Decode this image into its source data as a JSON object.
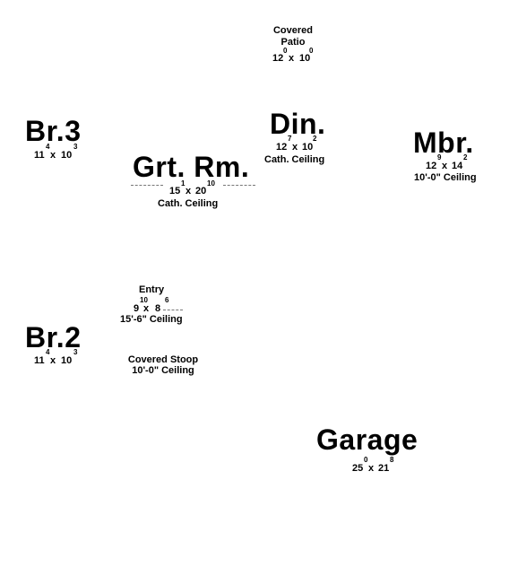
{
  "rooms": {
    "covered_patio": {
      "name_line1": "Covered",
      "name_line2": "Patio",
      "dim_a": "12",
      "dim_a_in": "0",
      "dim_x": "x",
      "dim_b": "10",
      "dim_b_in": "0"
    },
    "bedroom3": {
      "name": "Br.3",
      "dim_a": "11",
      "dim_a_in": "4",
      "dim_x": "x",
      "dim_b": "10",
      "dim_b_in": "3"
    },
    "dining": {
      "name": "Din.",
      "dim_a": "12",
      "dim_a_in": "7",
      "dim_x": "x",
      "dim_b": "10",
      "dim_b_in": "2",
      "ceiling": "Cath. Ceiling"
    },
    "master_bedroom": {
      "name": "Mbr.",
      "dim_a": "12",
      "dim_a_in": "9",
      "dim_x": "x",
      "dim_b": "14",
      "dim_b_in": "2",
      "ceiling": "10'-0\" Ceiling"
    },
    "great_room": {
      "name": "Grt. Rm.",
      "dim_a": "15",
      "dim_a_in": "1",
      "dim_x": "x",
      "dim_b": "20",
      "dim_b_in": "10",
      "ceiling": "Cath. Ceiling"
    },
    "entry": {
      "name": "Entry",
      "dim_a": "9",
      "dim_a_in": "10",
      "dim_x": "x",
      "dim_b": "8",
      "dim_b_in": "6",
      "ceiling": "15'-6\" Ceiling"
    },
    "bedroom2": {
      "name": "Br.2",
      "dim_a": "11",
      "dim_a_in": "4",
      "dim_x": "x",
      "dim_b": "10",
      "dim_b_in": "3"
    },
    "covered_stoop": {
      "name": "Covered Stoop",
      "ceiling": "10'-0\" Ceiling"
    },
    "garage": {
      "name": "Garage",
      "dim_a": "25",
      "dim_a_in": "0",
      "dim_x": "x",
      "dim_b": "21",
      "dim_b_in": "8"
    }
  }
}
